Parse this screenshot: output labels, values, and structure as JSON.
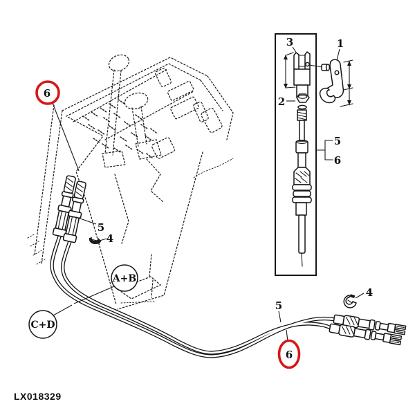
{
  "figure": {
    "part_code": "LX018329",
    "colors": {
      "ink": "#1a1a1a",
      "highlight_red": "#d81616",
      "paper": "#ffffff"
    },
    "callouts": {
      "one": "1",
      "two": "2",
      "three": "3",
      "four": "4",
      "five": "5",
      "six": "6"
    },
    "cable_groups": {
      "ab": "A+B",
      "cd": "C+D"
    }
  }
}
